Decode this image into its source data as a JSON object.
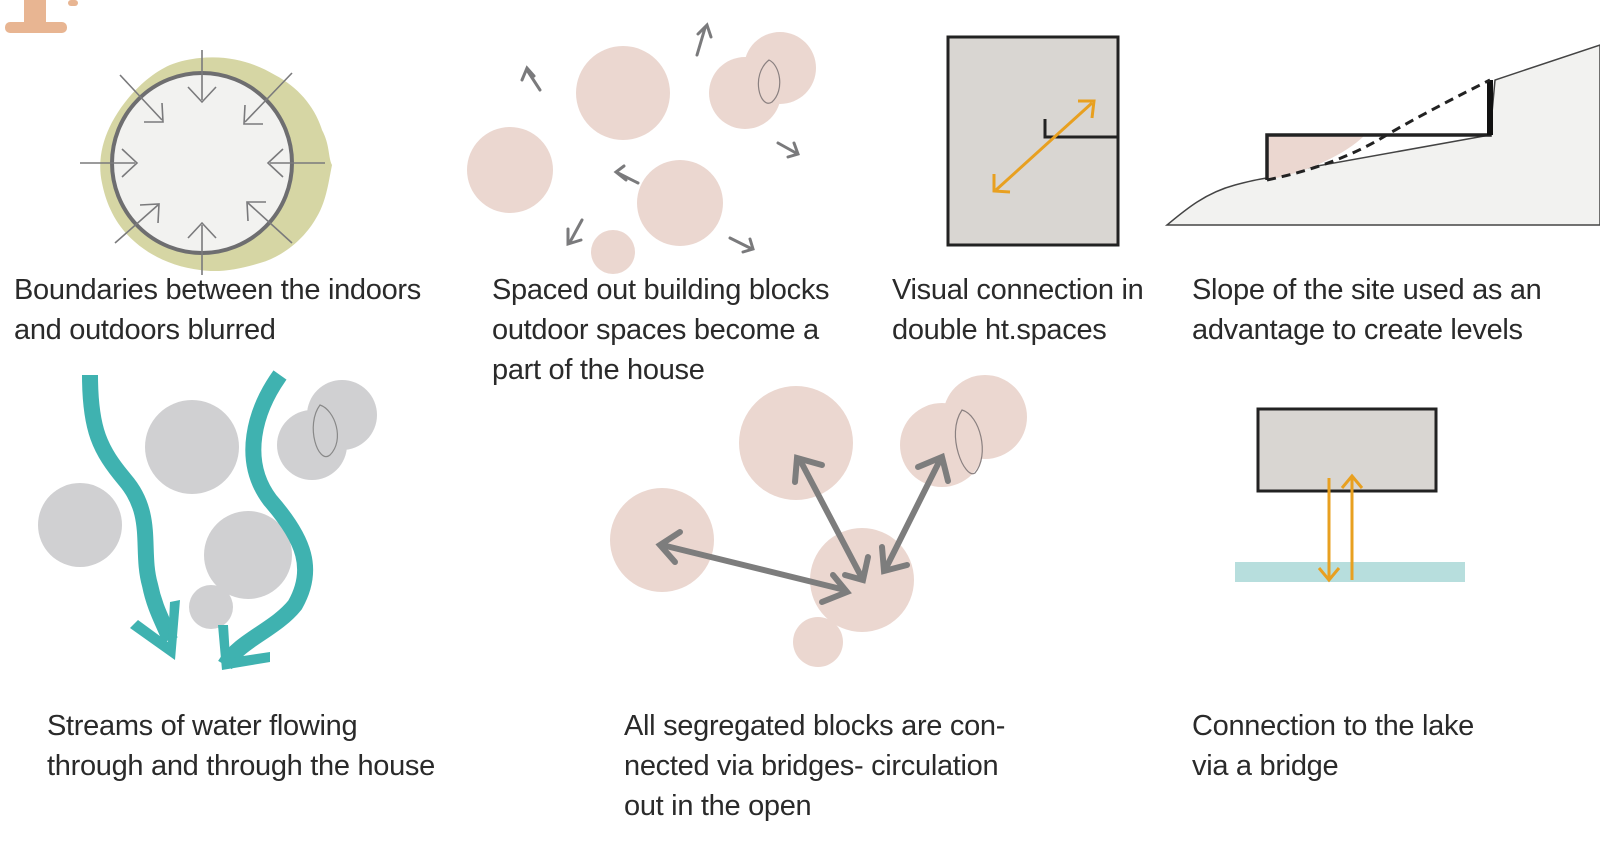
{
  "header": {
    "numeral": "1"
  },
  "colors": {
    "numeral": "#e8b592",
    "olive_halo": "#d6d6a4",
    "interior_fill": "#f2f2f0",
    "block_pink": "#ebd7d0",
    "block_grey": "#d0d0d2",
    "arrow_grey": "#7d7d7d",
    "orange_arrow": "#e8a020",
    "room_grey": "#d9d6d2",
    "water_teal": "#3fb2b0",
    "lake_blue": "#b7dedd",
    "outline": "#222222"
  },
  "panels": [
    {
      "id": "boundaries",
      "caption": "Boundaries between the indoors\nand outdoors blurred",
      "icon": "blurred-boundary-icon"
    },
    {
      "id": "spaced-blocks",
      "caption": "Spaced out building blocks\noutdoor spaces become a\npart of the house",
      "icon": "spaced-blocks-icon"
    },
    {
      "id": "visual-connection",
      "caption": "Visual connection in\ndouble ht.spaces",
      "icon": "double-height-icon"
    },
    {
      "id": "slope",
      "caption": "Slope of the site used as an\nadvantage to create levels",
      "icon": "site-slope-icon"
    },
    {
      "id": "water-streams",
      "caption": "Streams of water flowing\nthrough and through the house",
      "icon": "water-streams-icon"
    },
    {
      "id": "bridges",
      "caption": "All segregated blocks are con-\nnected via bridges- circulation\nout in the open",
      "icon": "bridges-circulation-icon"
    },
    {
      "id": "lake",
      "caption": "Connection to the lake\nvia a bridge",
      "icon": "lake-bridge-icon"
    }
  ]
}
